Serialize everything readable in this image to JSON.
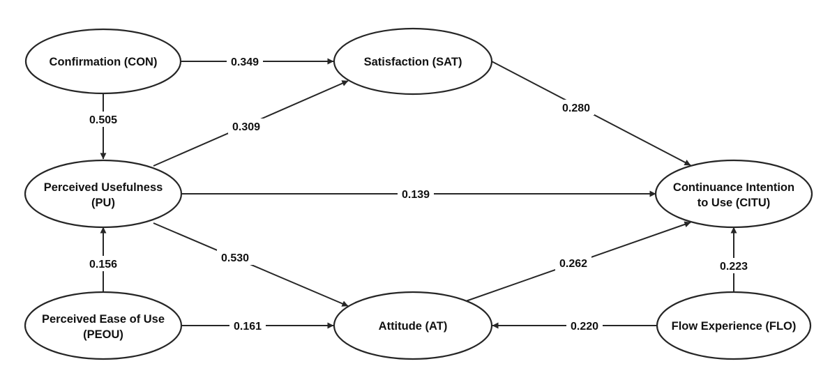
{
  "nodes": {
    "con": {
      "lines": [
        "Confirmation (CON)"
      ]
    },
    "sat": {
      "lines": [
        "Satisfaction (SAT)"
      ]
    },
    "pu": {
      "lines": [
        "Perceived Usefulness",
        "(PU)"
      ]
    },
    "citu": {
      "lines": [
        "Continuance Intention",
        "to Use (CITU)"
      ]
    },
    "peou": {
      "lines": [
        "Perceived Ease of Use",
        "(PEOU)"
      ]
    },
    "at": {
      "lines": [
        "Attitude (AT)"
      ]
    },
    "flo": {
      "lines": [
        "Flow Experience (FLO)"
      ]
    }
  },
  "edges": {
    "con_sat": {
      "from": "Confirmation (CON)",
      "to": "Satisfaction (SAT)",
      "value": "0.349"
    },
    "con_pu": {
      "from": "Confirmation (CON)",
      "to": "Perceived Usefulness (PU)",
      "value": "0.505"
    },
    "pu_sat": {
      "from": "Perceived Usefulness (PU)",
      "to": "Satisfaction (SAT)",
      "value": "0.309"
    },
    "sat_citu": {
      "from": "Satisfaction (SAT)",
      "to": "Continuance Intention to Use (CITU)",
      "value": "0.280"
    },
    "pu_citu": {
      "from": "Perceived Usefulness (PU)",
      "to": "Continuance Intention to Use (CITU)",
      "value": "0.139"
    },
    "pu_at": {
      "from": "Perceived Usefulness (PU)",
      "to": "Attitude (AT)",
      "value": "0.530"
    },
    "peou_pu": {
      "from": "Perceived Ease of Use (PEOU)",
      "to": "Perceived Usefulness (PU)",
      "value": "0.156"
    },
    "at_citu": {
      "from": "Attitude (AT)",
      "to": "Continuance Intention to Use (CITU)",
      "value": "0.262"
    },
    "flo_citu": {
      "from": "Flow Experience (FLO)",
      "to": "Continuance Intention to Use (CITU)",
      "value": "0.223"
    },
    "peou_at": {
      "from": "Perceived Ease of Use (PEOU)",
      "to": "Attitude (AT)",
      "value": "0.161"
    },
    "flo_at": {
      "from": "Flow Experience (FLO)",
      "to": "Attitude (AT)",
      "value": "0.220"
    }
  }
}
